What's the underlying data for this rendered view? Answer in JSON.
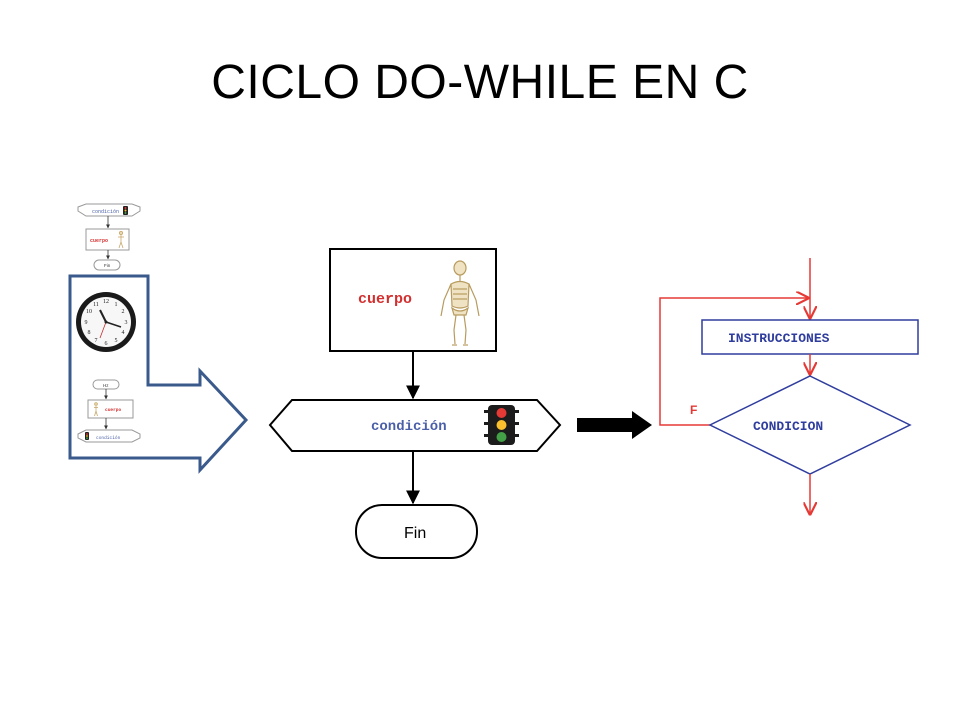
{
  "slide": {
    "title": "CICLO DO-WHILE EN C"
  },
  "thumbnail": {
    "top_condition": "condición",
    "top_body": "cuerpo",
    "top_end": "Fin",
    "bottom_start": "Hz",
    "bottom_body": "cuerpo",
    "bottom_condition": "condición"
  },
  "center_flow": {
    "body_label": "cuerpo",
    "condition_label": "condición",
    "end_label": "Fin"
  },
  "right_flow": {
    "instructions_label": "INSTRUCCIONES",
    "condition_label": "CONDICION",
    "false_label": "F"
  },
  "colors": {
    "flow_red": "#e53935",
    "instructions_blue": "#2f3d9e",
    "big_arrow_blue": "#3b5a8c",
    "cuerpo_red": "#d32f2f",
    "condicion_blue": "#4a5fa8"
  },
  "icons": [
    "skeleton-icon",
    "traffic-light-icon",
    "wall-clock-icon"
  ]
}
